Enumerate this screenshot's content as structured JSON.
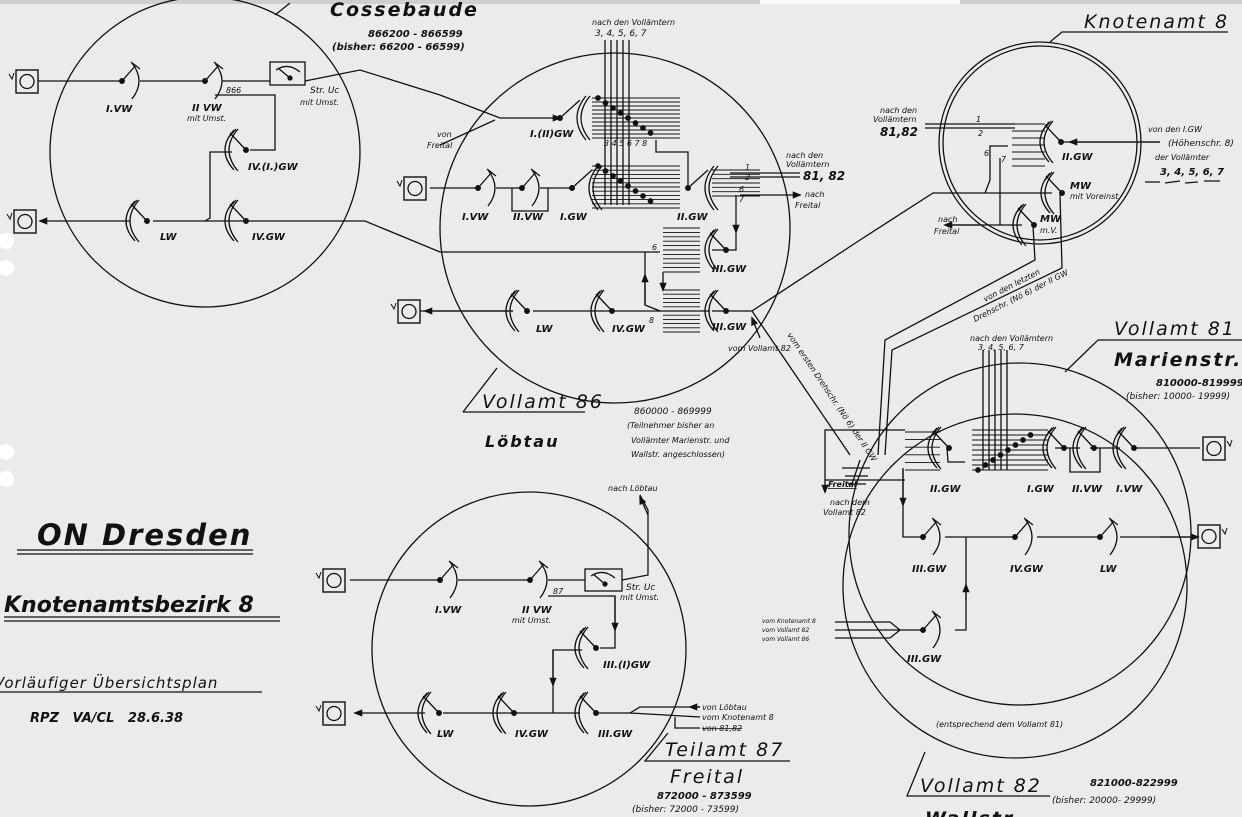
{
  "title_block": {
    "title": "ON Dresden",
    "subtitle": "Knotenamtsbezirk 8",
    "plan": "Vorläufiger Übersichtsplan",
    "ref": "RPZ   VA/CL   28.6.38"
  },
  "cossebaude": {
    "name": "Cossebaude",
    "range": "866200 - 866599",
    "old_range": "(bisher: 66200 - 66599)",
    "i_vw": "I.VW",
    "ii_vw": "II VW",
    "mit_umst": "mit Umst.",
    "code": "866",
    "str_uc": "Str. Uc",
    "str_uc_note": "mit Umst.",
    "iv_i_gw": "IV.(I.)GW",
    "lw": "LW",
    "iv_gw": "IV.GW"
  },
  "loebtau": {
    "name": "Vollamt 86",
    "place": "Löbtau",
    "range": "860000 - 869999",
    "note1": "(Teilnehmer bisher an",
    "note2": "Vollämter Marienstr. und",
    "note3": "Wallstr. angeschlossen)",
    "to_exchanges": "nach den Vollämtern",
    "exchanges_list": "3, 4, 5, 6, 7",
    "bank_nums": "3 4 5 6 7 8",
    "i_ii_gw": "I.(II)GW",
    "von": "von",
    "freital": "Freital",
    "i_vw": "I.VW",
    "ii_vw": "II.VW",
    "i_gw": "I.GW",
    "ii_gw": "II.GW",
    "to_81_82_a": "nach den",
    "to_81_82_b": "Vollämtern",
    "to_81_82": "81, 82",
    "nach": "nach",
    "n1": "1",
    "n2": "2",
    "n6": "6",
    "n7": "7",
    "n6b": "6",
    "n8": "8",
    "iii_gw_a": "III.GW",
    "iii_gw_b": "III.GW",
    "iv_gw": "IV.GW",
    "lw": "LW",
    "vom_vollamt_82": "vom Vollamt 82"
  },
  "knotenamt": {
    "name": "Knotenamt 8",
    "to_a": "nach den",
    "to_b": "Vollämtern",
    "to_c": "81,82",
    "n1": "1",
    "n2": "2",
    "n6": "6",
    "n7": "7",
    "ii_gw": "II.GW",
    "from_a": "von den I.GW",
    "from_b": "(Höhenschr. 8)",
    "from_c": "der Vollämter",
    "from_d": "3, 4, 5, 6, 7",
    "mw1": "MW",
    "mw1_note": "mit Voreinst.",
    "mw2": "MW",
    "mw2_note": "m.V.",
    "nach_freital_a": "nach",
    "nach_freital_b": "Freital",
    "letzten_a": "von den letzten",
    "letzten_b": "Drehschr. (Nö 6) der II GW",
    "ersten": "vom ersten Drehschr. (Nö 6) der II GW"
  },
  "vollamt81": {
    "name": "Vollamt 81",
    "place": "Marienstr.",
    "range": "810000-819999",
    "old_range": "(bisher: 10000- 19999)",
    "to_exchanges": "nach den Vollämtern",
    "exchanges_list": "3, 4, 5, 6, 7",
    "ii_gw": "II.GW",
    "i_gw": "I.GW",
    "ii_vw": "II.VW",
    "i_vw": "I.VW",
    "iii_gw": "III.GW",
    "iv_gw": "IV.GW",
    "lw": "LW",
    "iii_gw_b": "III.GW",
    "freital": "Freital",
    "to_82_a": "nach dem",
    "to_82_b": "Vollamt 82",
    "in1": "vom Knotenamt 8",
    "in2": "vom Vollamt 82",
    "in3": "vom Vollamt 86"
  },
  "vollamt82": {
    "note": "(entsprechend dem Vollamt 81)",
    "name": "Vollamt 82",
    "place": "Wallstr.",
    "range": "821000-822999",
    "old_range": "(bisher: 20000- 29999)"
  },
  "teilamt87": {
    "name": "Teilamt 87",
    "place": "Freital",
    "range": "872000 - 873599",
    "old_range": "(bisher: 72000 - 73599)",
    "to_loebtau": "nach Löbtau",
    "i_vw": "I.VW",
    "ii_vw": "II VW",
    "mit_umst": "mit Umst.",
    "code": "87",
    "str_uc": "Str. Uc",
    "str_uc_note": "mit Umst.",
    "iii_i_gw": "III.(I)GW",
    "lw": "LW",
    "iv_gw": "IV.GW",
    "iii_gw": "III.GW",
    "in1": "von Löbtau",
    "in2": "vom Knotenamt 8",
    "in3": "von 81,82"
  }
}
